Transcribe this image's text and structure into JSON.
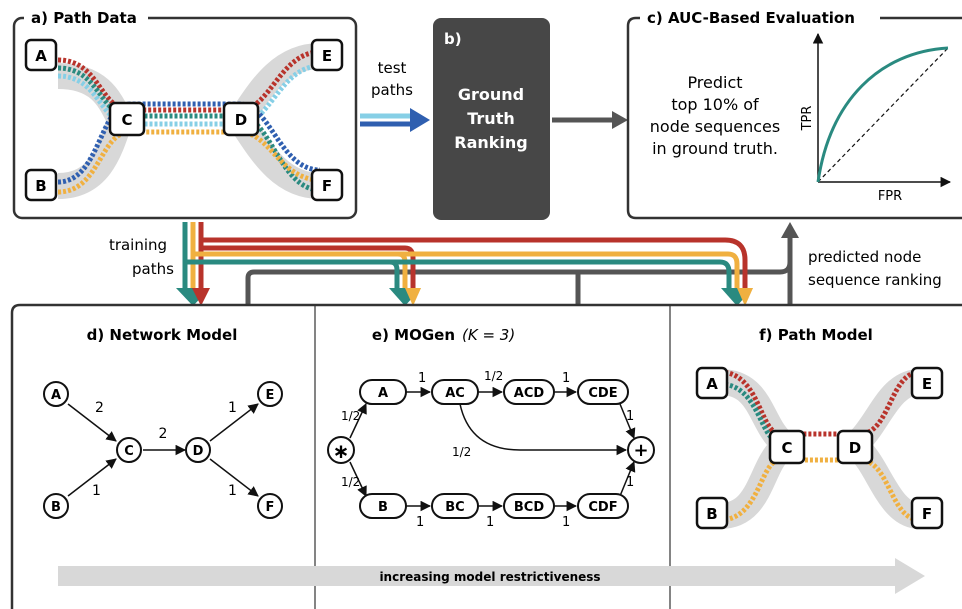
{
  "panels": {
    "a": {
      "title": "a) Path Data"
    },
    "b": {
      "title": "b)",
      "lines": [
        "Ground",
        "Truth",
        "Ranking"
      ]
    },
    "c": {
      "title": "c) AUC-Based Evaluation",
      "text": [
        "Predict",
        "top 10% of",
        "node sequences",
        "in ground truth."
      ],
      "xlabel": "FPR",
      "ylabel": "TPR"
    },
    "d": {
      "title": "d) Network Model"
    },
    "e": {
      "title": "e) MOGen",
      "title_math": "(K = 3)"
    },
    "f": {
      "title": "f) Path Model"
    }
  },
  "labels": {
    "test_paths": [
      "test",
      "paths"
    ],
    "training_paths": [
      "training",
      "paths"
    ],
    "predicted": [
      "predicted node",
      "sequence ranking"
    ],
    "restrictiveness": "increasing model restrictiveness"
  },
  "nodes": {
    "A": "A",
    "B": "B",
    "C": "C",
    "D": "D",
    "E": "E",
    "F": "F",
    "AC": "AC",
    "ACD": "ACD",
    "CDE": "CDE",
    "BC": "BC",
    "BCD": "BCD",
    "CDF": "CDF",
    "start": "∗",
    "end": "+"
  },
  "network_weights": {
    "AC": "2",
    "BC": "1",
    "CD": "2",
    "DE": "1",
    "DF": "1"
  },
  "mogen_weights": {
    "start_A": "1/2",
    "start_B": "1/2",
    "A_AC": "1",
    "AC_ACD": "1/2",
    "ACD_CDE": "1",
    "CDE_end": "1",
    "AC_end": "1/2",
    "B_BC": "1",
    "BC_BCD": "1",
    "BCD_CDF": "1",
    "CDF_end": "1"
  },
  "colors": {
    "red": "#b8332b",
    "teal": "#2a8a80",
    "orange": "#f0b040",
    "light_blue": "#86cfe6",
    "dark_blue": "#2f5fb0",
    "gray_band": "#d8d8d8",
    "dark_box": "#474747",
    "arrow_gray": "#555555"
  }
}
